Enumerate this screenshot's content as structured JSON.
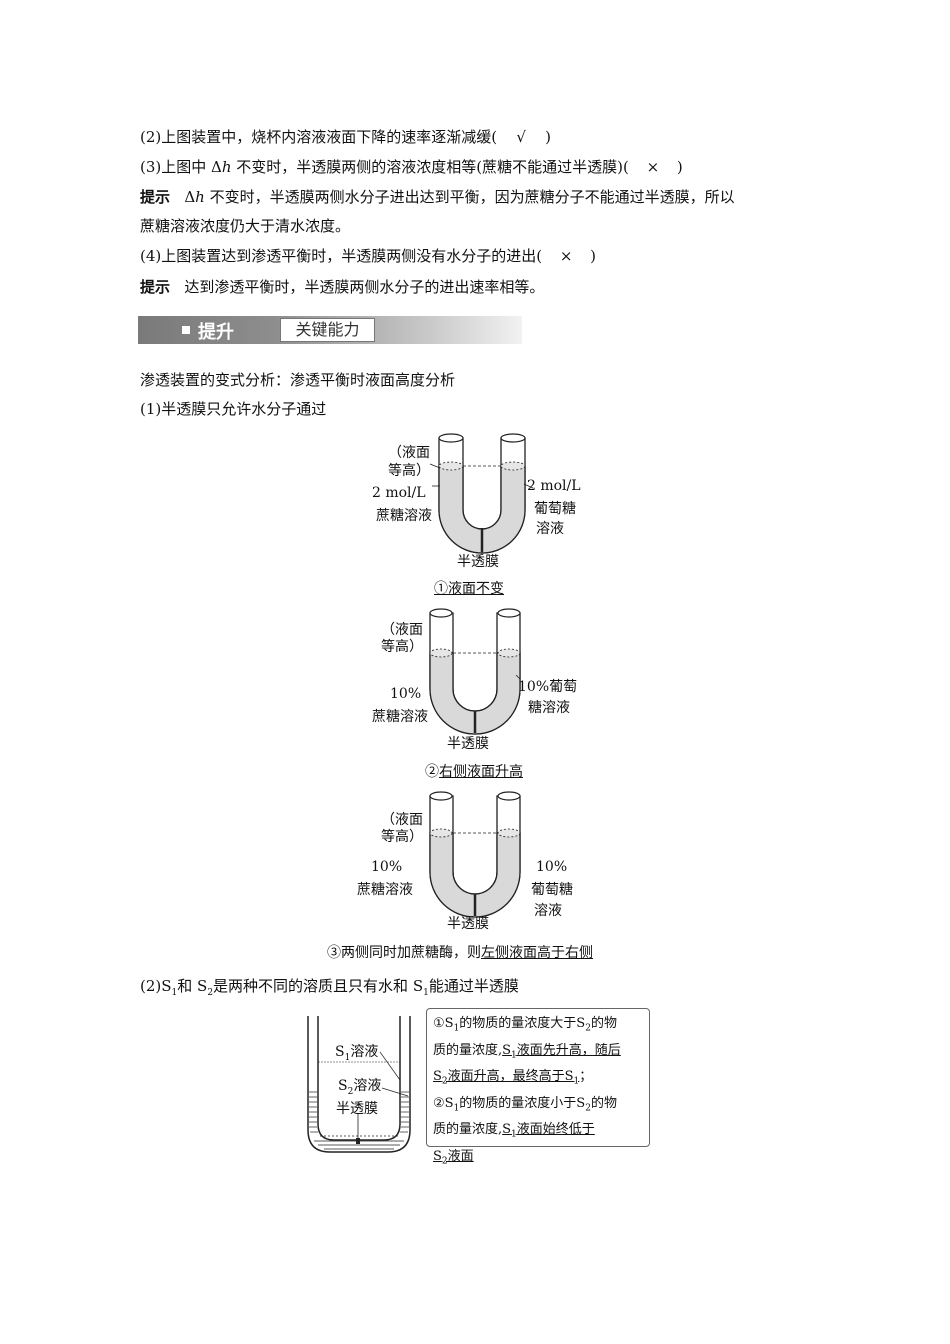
{
  "lines": {
    "q2": "(2)上图装置中，烧杯内溶液液面下降的速率逐渐减缓(",
    "q2_mark": "√",
    "q3_a": "(3)上图中 Δ",
    "q3_h": "h",
    "q3_b": " 不变时，半透膜两侧的溶液浓度相等(蔗糖不能通过半透膜)(",
    "q3_mark": "×",
    "hint_label": "提示",
    "hint1_a": "Δ",
    "hint1_h": "h",
    "hint1_b": " 不变时，半透膜两侧水分子进出达到平衡，因为蔗糖分子不能通过半透膜，所以",
    "hint1_c": "蔗糖溶液浓度仍大于清水浓度。",
    "q4": "(4)上图装置达到渗透平衡时，半透膜两侧没有水分子的进出(",
    "q4_mark": "×",
    "hint2": "达到渗透平衡时，半透膜两侧水分子的进出速率相等。",
    "close": ")"
  },
  "banner": {
    "title": "提升",
    "subtitle": "关键能力"
  },
  "section": {
    "intro": "渗透装置的变式分析：渗透平衡时液面高度分析",
    "p1": "(1)半透膜只允许水分子通过",
    "p2_a": "(2)S",
    "p2_b": "和 S",
    "p2_c": "是两种不同的溶质且只有水和 S",
    "p2_d": "能通过半透膜",
    "sub1": "1",
    "sub2": "2"
  },
  "fig1": {
    "top_note_1": "（液面",
    "top_note_2": "等高）",
    "left_1": "2 mol/L",
    "left_2": "蔗糖溶液",
    "right_1": "2 mol/L",
    "right_2": "葡萄糖",
    "right_3": "溶液",
    "membrane": "半透膜",
    "caption": "①液面不变"
  },
  "fig2": {
    "top_note_1": "（液面",
    "top_note_2": "等高）",
    "left_1": "10%",
    "left_2": "蔗糖溶液",
    "right_1": "10%葡萄",
    "right_2": "糖溶液",
    "membrane": "半透膜",
    "caption_a": "②",
    "caption_b": "右侧液面升高"
  },
  "fig3": {
    "top_note_1": "（液面",
    "top_note_2": "等高）",
    "left_1": "10%",
    "left_2": "蔗糖溶液",
    "right_1": "10%",
    "right_2": "葡萄糖",
    "right_3": "溶液",
    "membrane": "半透膜",
    "caption_a": "③两侧同时加蔗糖酶，则",
    "caption_b": "左侧液面高于右侧"
  },
  "fig4": {
    "s1": "溶液",
    "s2": "溶液",
    "membrane": "半透膜",
    "note_l1_a": "①S",
    "note_l1_b": "的物质的量浓度大于S",
    "note_l1_c": "的物",
    "note_l2_a": "质的量浓度,",
    "note_l2_b": "S",
    "note_l2_c": "液面先升高，随后",
    "note_l3_a": "S",
    "note_l3_b": "液面升高，最终高于S",
    "note_l3_c": "；",
    "note_l4_a": "②S",
    "note_l4_b": "的物质的量浓度小于S",
    "note_l4_c": "的物",
    "note_l5_a": "质的量浓度,",
    "note_l5_b": "S",
    "note_l5_c": "液面始终低于",
    "note_l6_a": "S",
    "note_l6_b": "液面"
  }
}
